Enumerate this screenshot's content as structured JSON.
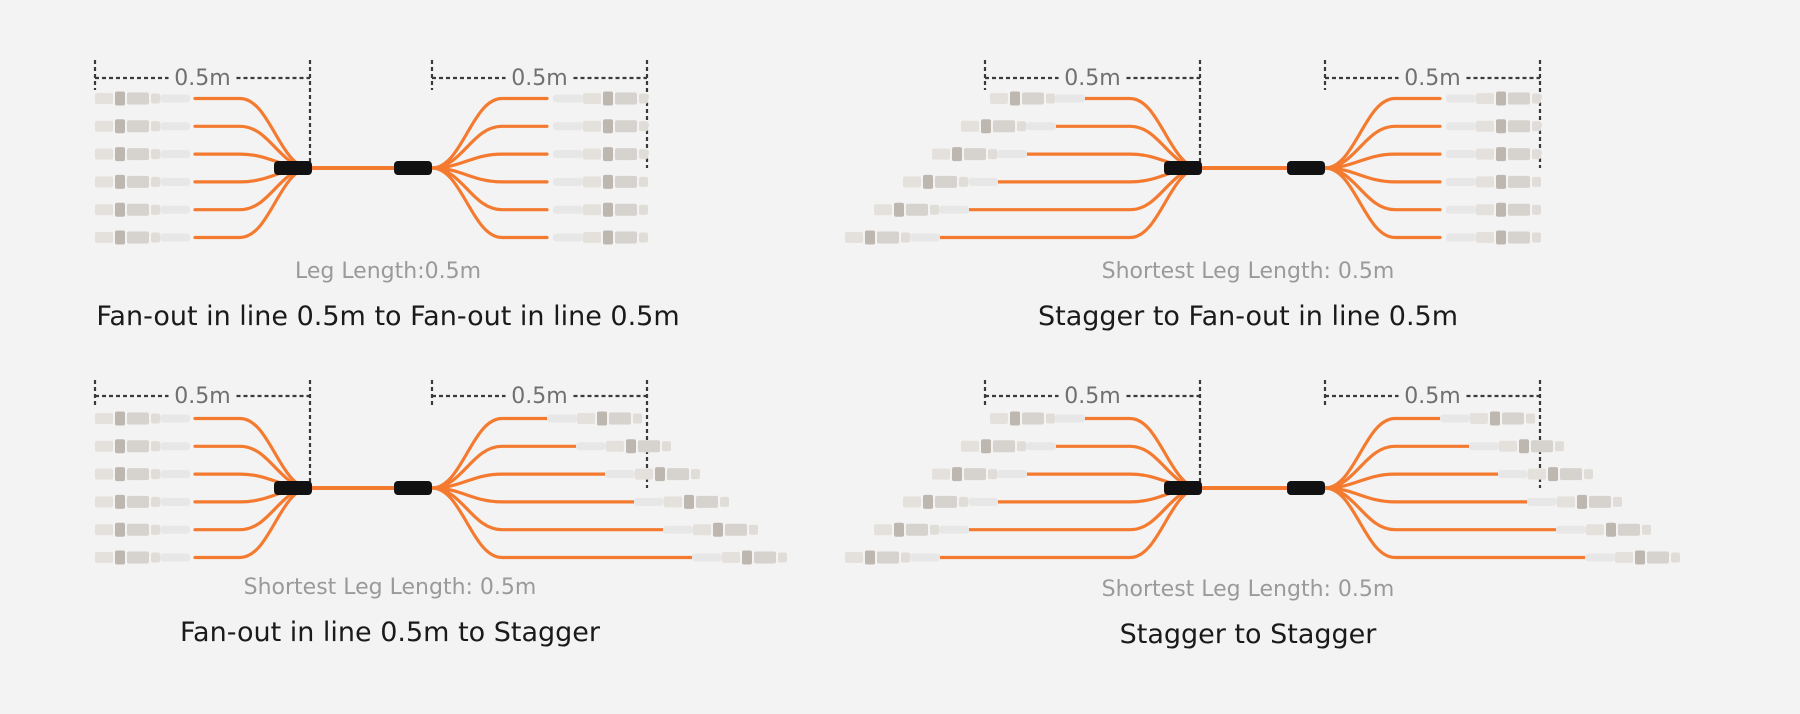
{
  "colors": {
    "background": "#f3f3f3",
    "fiber": "#f47a30",
    "breakout": "#111111",
    "dimension_line": "#3a3a3a",
    "connector_body": "#d6d2cd",
    "connector_band": "#bdb7b0",
    "boot": "#e7e7e7"
  },
  "icons": {
    "connector": "lc-duplex-connector-icon",
    "breakout": "breakout-sleeve-icon"
  },
  "panels": [
    {
      "id": "fanout-to-fanout",
      "left_dimension": "0.5m",
      "right_dimension": "0.5m",
      "leg_note": "Leg Length:0.5m",
      "title": "Fan-out in line 0.5m to Fan-out in line 0.5m",
      "left_style": "fan-out",
      "right_style": "fan-out",
      "legs_per_side": 6
    },
    {
      "id": "stagger-to-fanout",
      "left_dimension": "0.5m",
      "right_dimension": "0.5m",
      "leg_note": "Shortest Leg Length: 0.5m",
      "title": "Stagger to Fan-out in line 0.5m",
      "left_style": "stagger",
      "right_style": "fan-out",
      "legs_per_side": 6
    },
    {
      "id": "fanout-to-stagger",
      "left_dimension": "0.5m",
      "right_dimension": "0.5m",
      "leg_note": "Shortest Leg Length: 0.5m",
      "title": "Fan-out in line 0.5m to Stagger",
      "left_style": "fan-out",
      "right_style": "stagger",
      "legs_per_side": 6
    },
    {
      "id": "stagger-to-stagger",
      "left_dimension": "0.5m",
      "right_dimension": "0.5m",
      "leg_note": "Shortest Leg Length: 0.5m",
      "title": "Stagger to Stagger",
      "left_style": "stagger",
      "right_style": "stagger",
      "legs_per_side": 6
    }
  ]
}
